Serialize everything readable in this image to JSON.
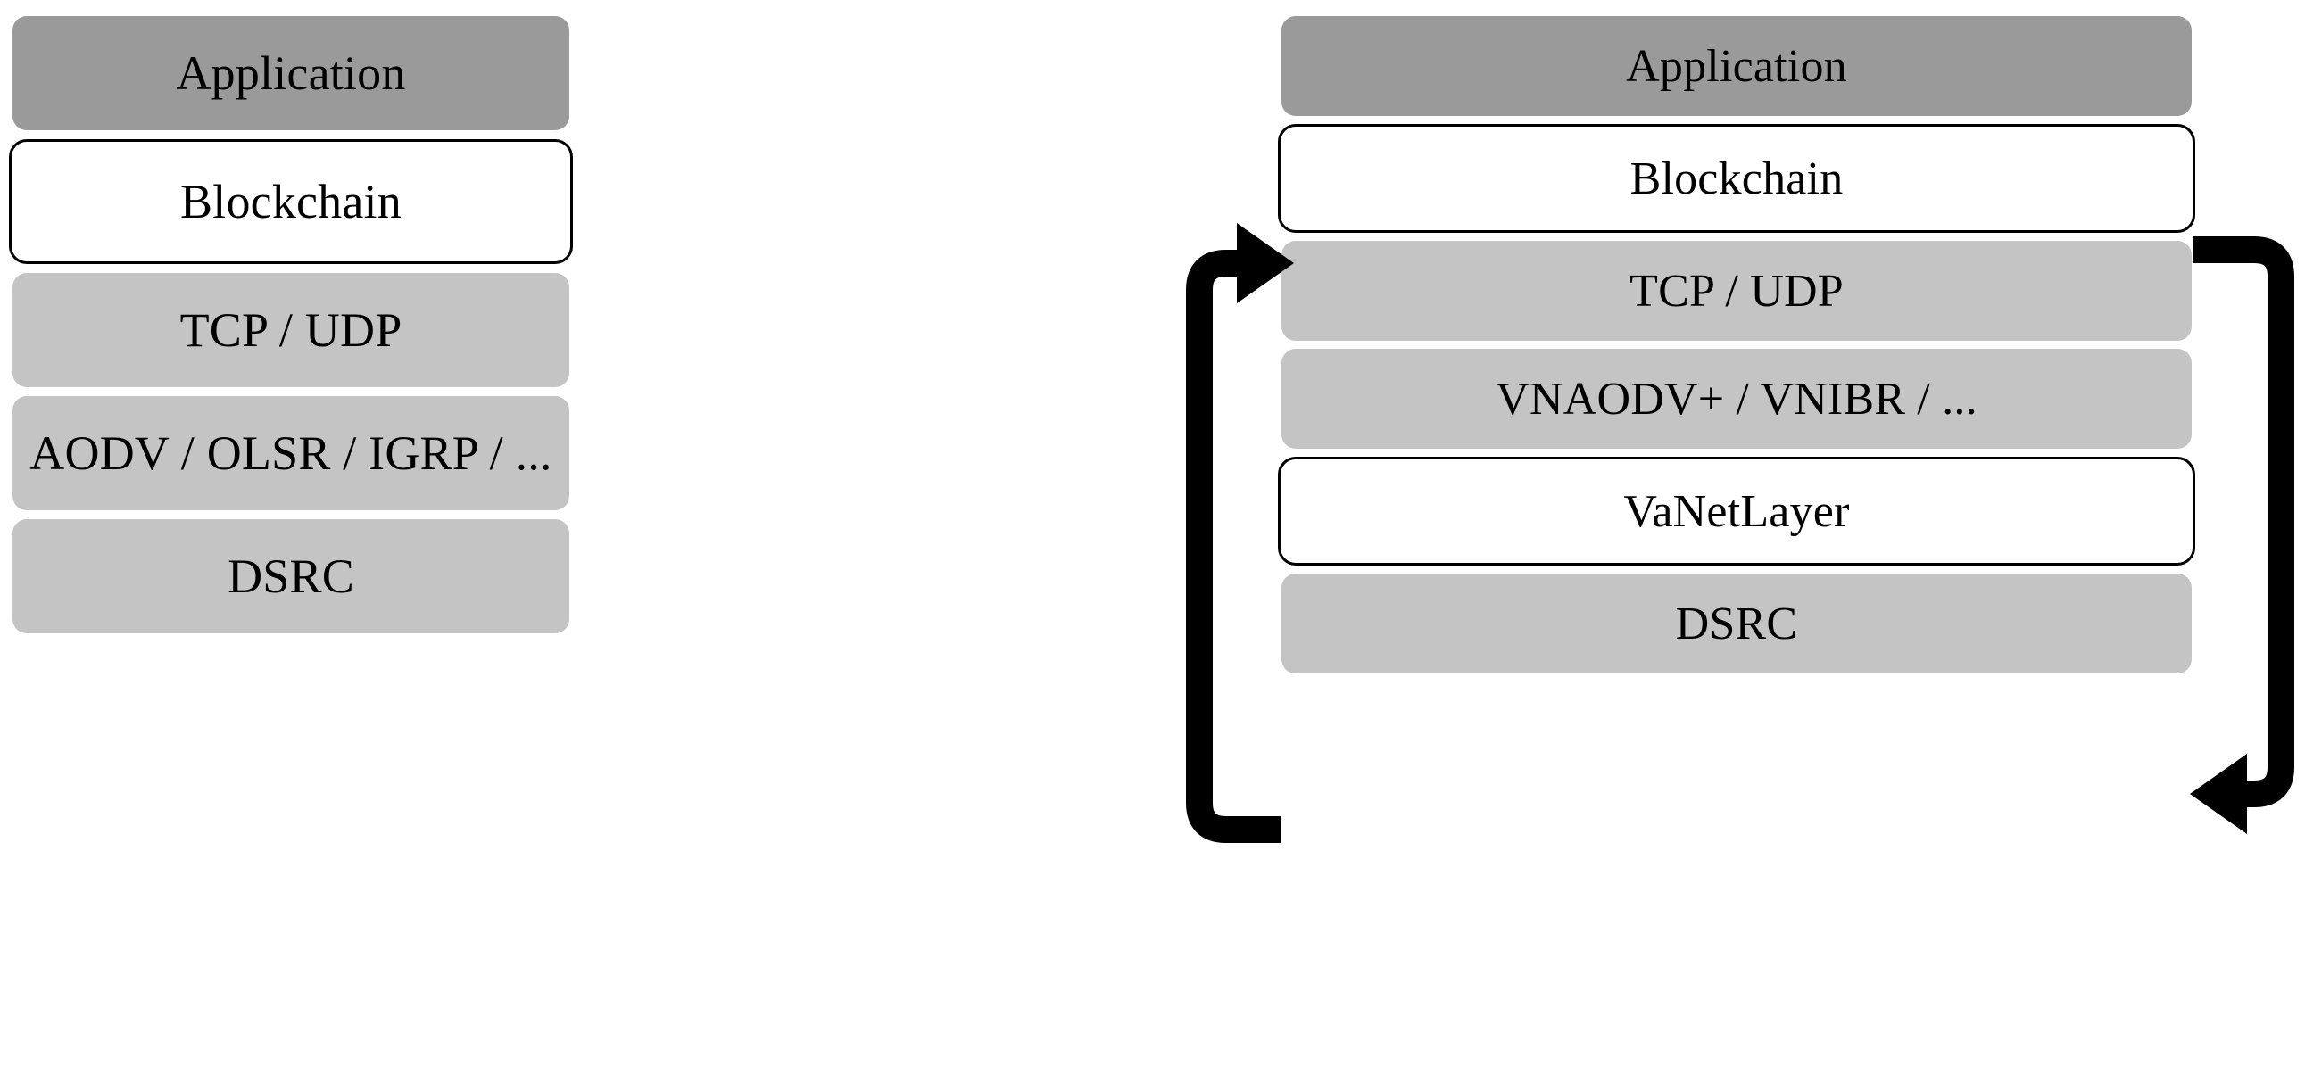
{
  "diagram": {
    "title": "VANET protocol stack comparison with blockchain layer",
    "background_color": "#ffffff",
    "colors": {
      "application_fill": "#9a9a9a",
      "standard_layer_fill": "#c4c4c4",
      "highlight_layer_fill": "#ffffff",
      "highlight_layer_border": "#000000",
      "arrow_color": "#000000",
      "text_color": "#000000"
    }
  },
  "stacks": [
    {
      "id": "left-stack",
      "name": "conventional-vanet-stack",
      "layers": [
        {
          "label": "Application",
          "tone": "dark"
        },
        {
          "label": "Blockchain",
          "tone": "white"
        },
        {
          "label": "TCP / UDP",
          "tone": "light"
        },
        {
          "label": "AODV / OLSR / IGRP / ...",
          "tone": "light"
        },
        {
          "label": "DSRC",
          "tone": "light"
        }
      ]
    },
    {
      "id": "right-stack",
      "name": "proposed-vanet-stack",
      "layers": [
        {
          "label": "Application",
          "tone": "dark"
        },
        {
          "label": "Blockchain",
          "tone": "white"
        },
        {
          "label": "TCP / UDP",
          "tone": "light"
        },
        {
          "label": "VNAODV+ / VNIBR / ...",
          "tone": "light"
        },
        {
          "label": "VaNetLayer",
          "tone": "white"
        },
        {
          "label": "DSRC",
          "tone": "light"
        }
      ]
    }
  ],
  "arrows": [
    {
      "id": "arrow-vanetlayer-to-blockchain",
      "name": "upward-loop-arrow",
      "from": "VaNetLayer",
      "to": "Blockchain",
      "side": "left",
      "direction": "up-then-right",
      "head": "right"
    },
    {
      "id": "arrow-blockchain-to-vanetlayer",
      "name": "downward-loop-arrow",
      "from": "Blockchain",
      "to": "VaNetLayer",
      "side": "right",
      "direction": "right-then-down-then-left",
      "head": "left"
    }
  ]
}
